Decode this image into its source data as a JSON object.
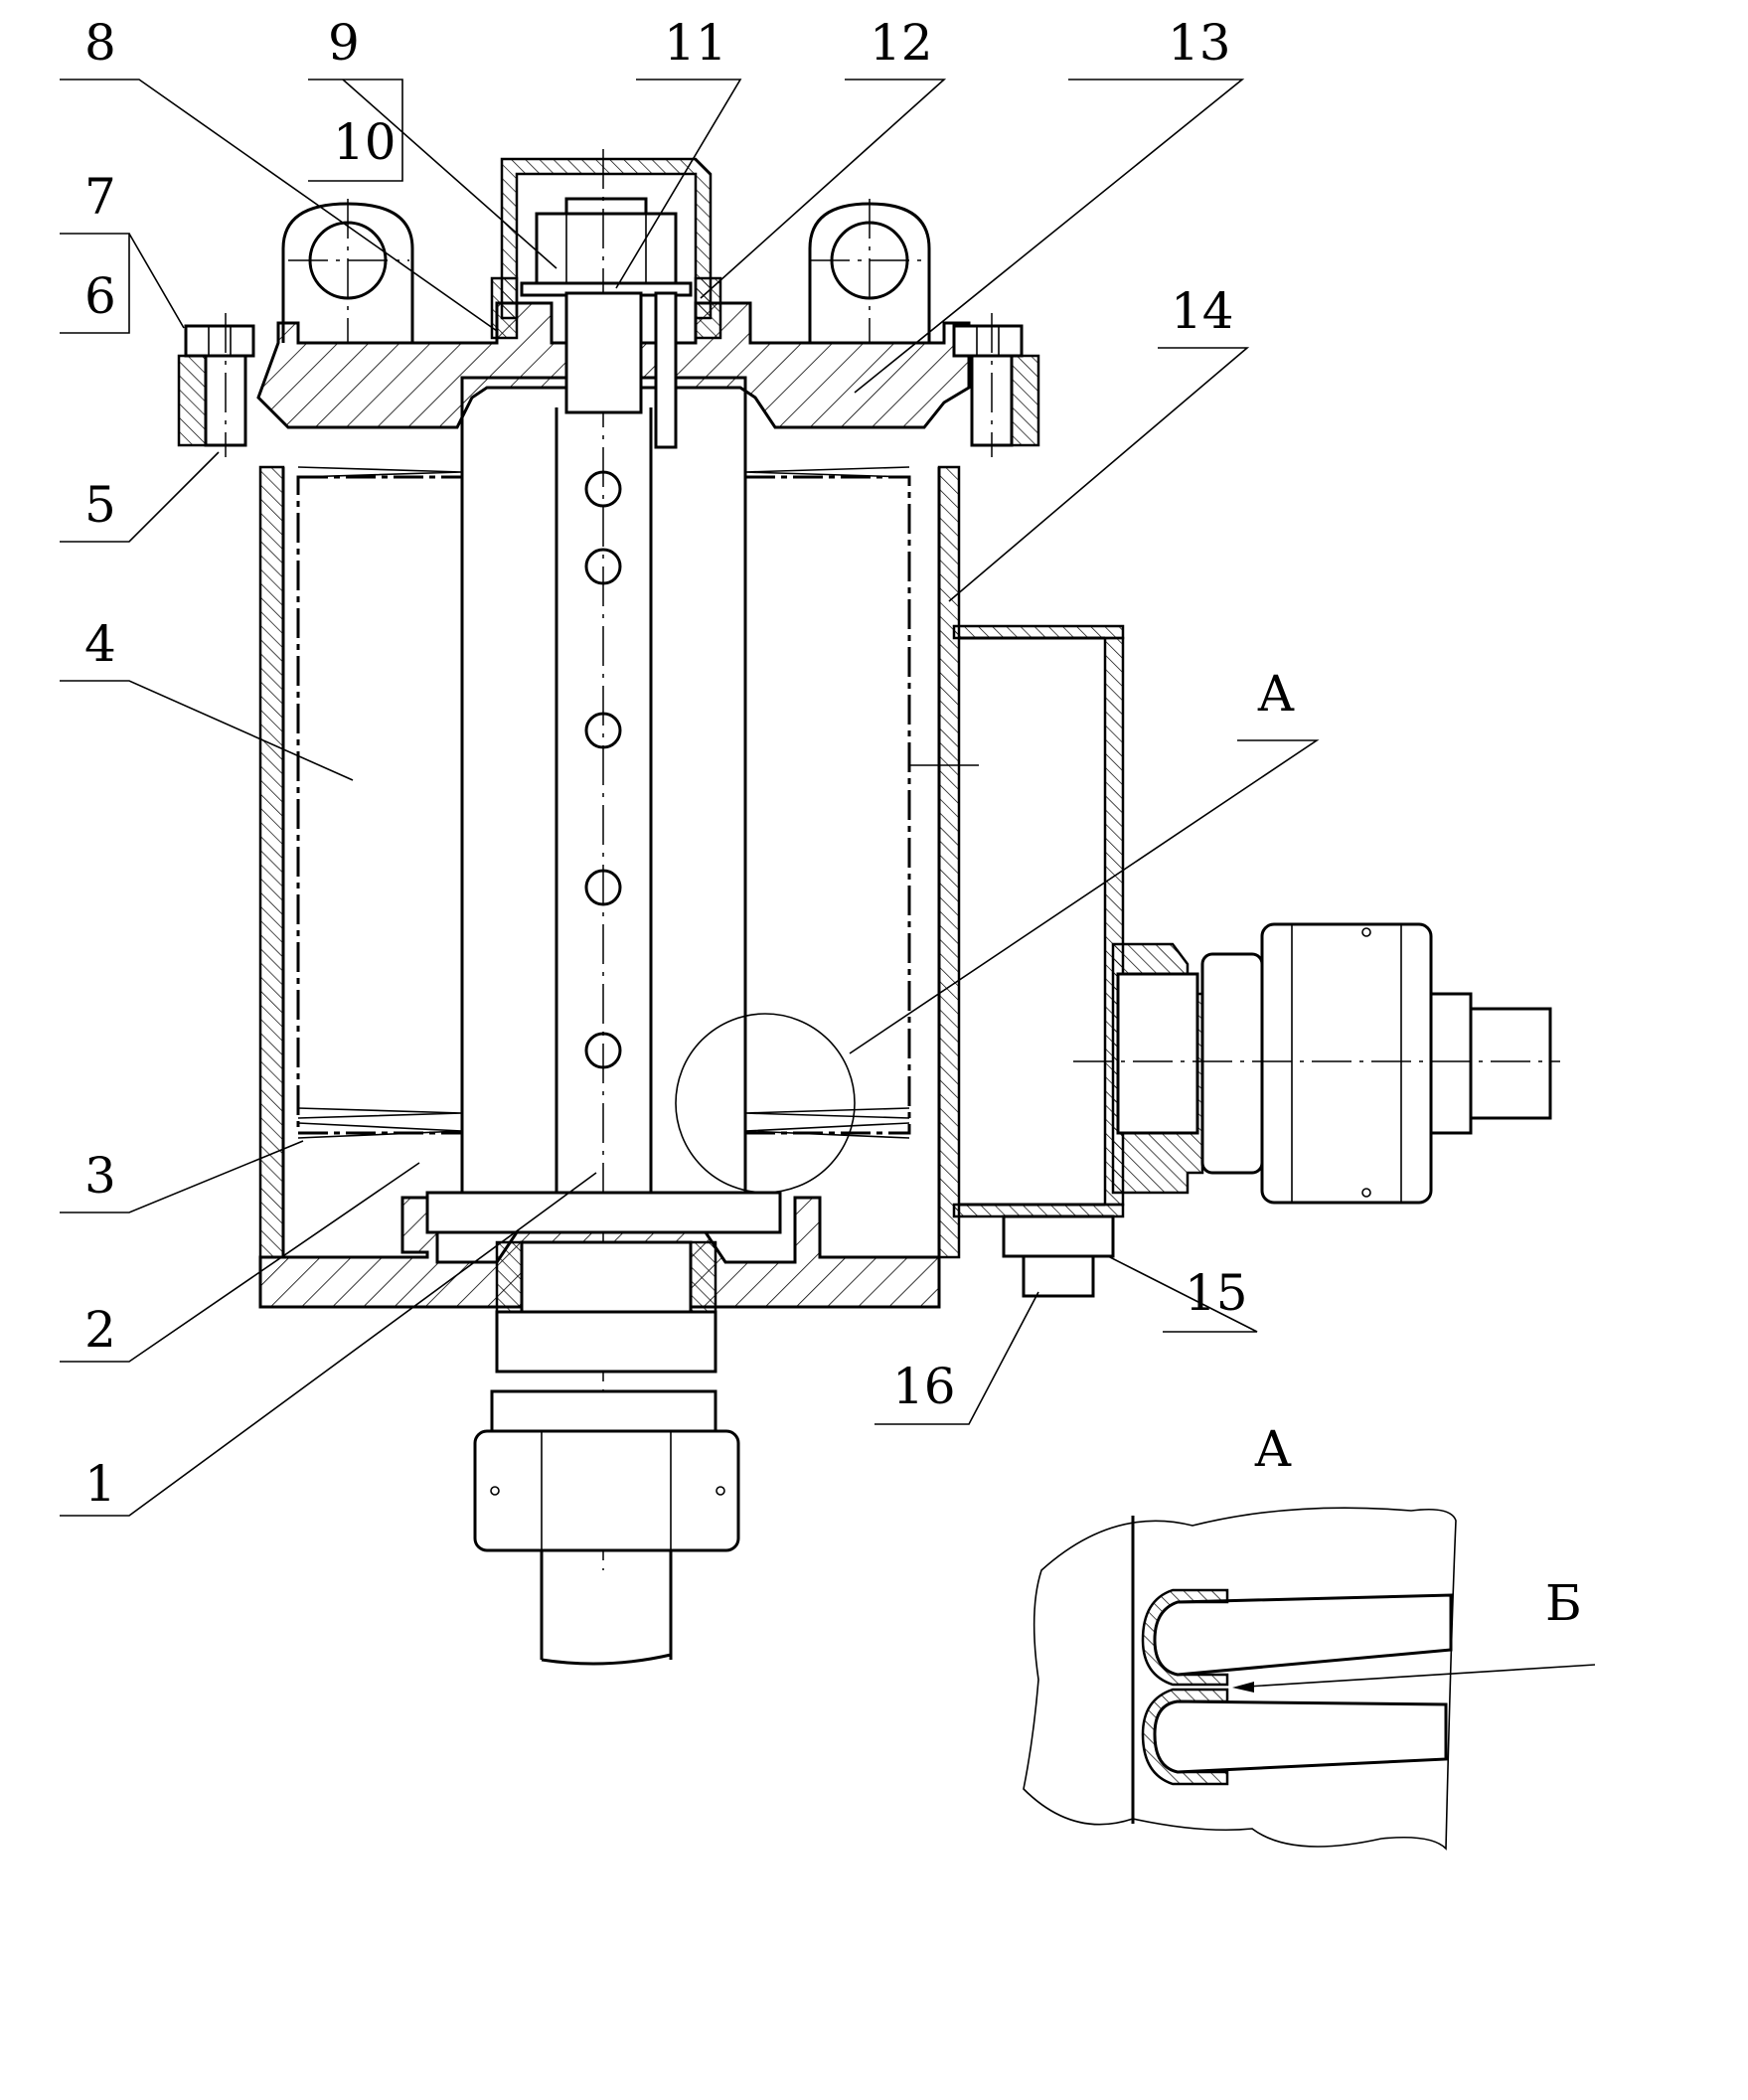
{
  "drawing": {
    "part_labels": [
      "1",
      "2",
      "3",
      "4",
      "5",
      "6",
      "7",
      "8",
      "9",
      "10",
      "11",
      "12",
      "13",
      "14",
      "15",
      "16"
    ],
    "view_label": "А",
    "detail_title": "А",
    "detail_marker": "Б"
  }
}
